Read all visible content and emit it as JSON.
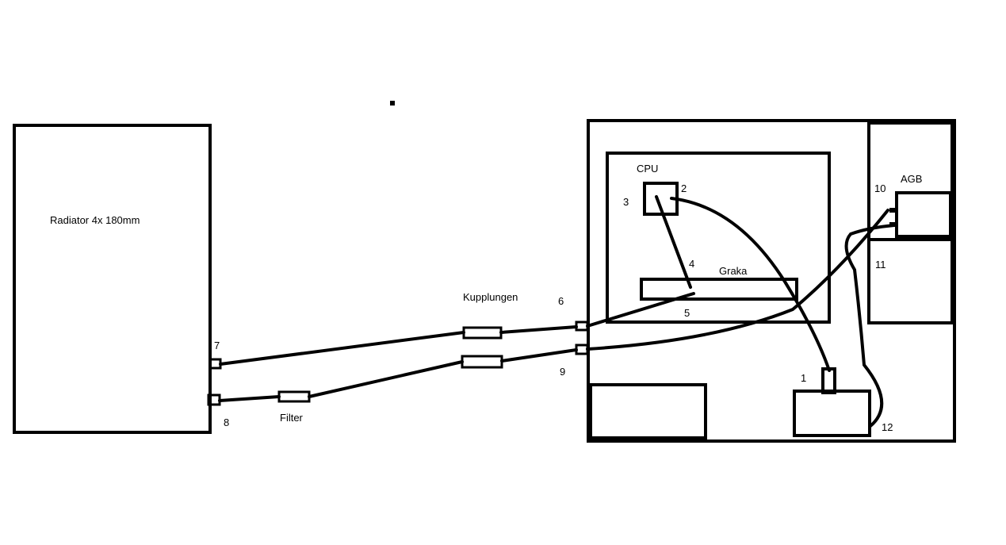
{
  "labels": {
    "radiator": "Radiator 4x 180mm",
    "kupplungen": "Kupplungen",
    "filter": "Filter",
    "cpu": "CPU",
    "graka": "Graka",
    "agb": "AGB"
  },
  "numbers": {
    "n1": "1",
    "n2": "2",
    "n3": "3",
    "n4": "4",
    "n5": "5",
    "n6": "6",
    "n7": "7",
    "n8": "8",
    "n9": "9",
    "n10": "10",
    "n11": "11",
    "n12": "12"
  },
  "colors": {
    "line": "#000000",
    "background": "#ffffff"
  }
}
